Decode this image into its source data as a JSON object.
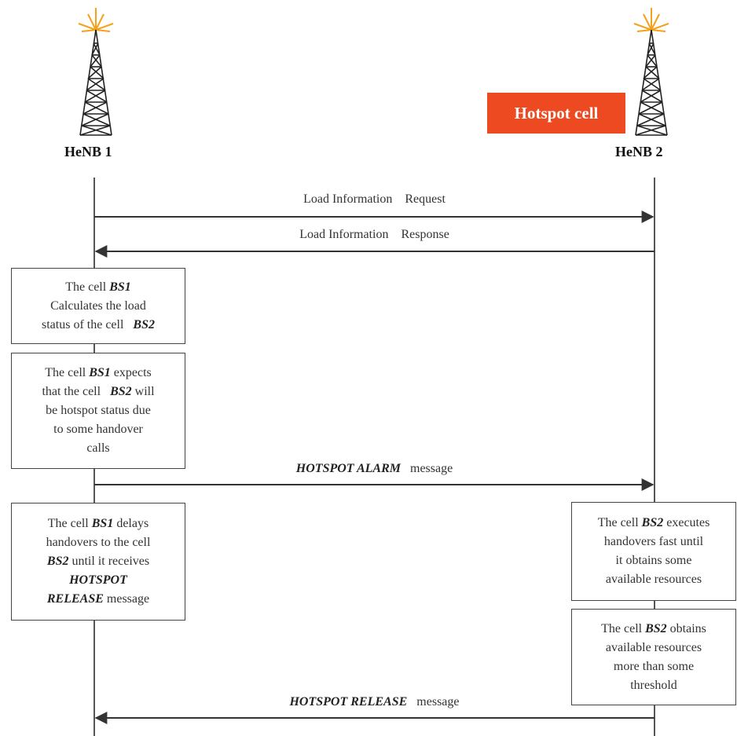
{
  "nodes": {
    "left_label": "HeNB 1",
    "right_label": "HeNB 2",
    "hotspot_tag": "Hotspot cell"
  },
  "messages": {
    "m1": "Load Information    Request",
    "m2": "Load Information    Response",
    "m3_bold": "HOTSPOT ALARM",
    "m3_rest": "message",
    "m4_bold": "HOTSPOT RELEASE",
    "m4_rest": "message"
  },
  "boxes": {
    "b1": {
      "l1a": "The cell ",
      "l1b": "BS1",
      "l2": "Calculates the load",
      "l3a": "status of the cell   ",
      "l3b": "BS2"
    },
    "b2": {
      "l1a": "The cell ",
      "l1b": "BS1",
      "l1c": " expects",
      "l2a": "that the cell   ",
      "l2b": "BS2",
      "l2c": " will",
      "l3": "be hotspot status due",
      "l4": "to some handover",
      "l5": "calls"
    },
    "b3": {
      "l1a": "The cell ",
      "l1b": "BS1",
      "l1c": " delays",
      "l2": "handovers to the cell",
      "l3a": "BS2",
      "l3b": " until it receives",
      "l4": "HOTSPOT",
      "l5a": "RELEASE",
      "l5b": " message"
    },
    "b4": {
      "l1a": "The cell ",
      "l1b": "BS2",
      "l1c": " executes",
      "l2": "handovers fast until",
      "l3": "it obtains some",
      "l4": "available resources"
    },
    "b5": {
      "l1a": "The cell ",
      "l1b": "BS2",
      "l1c": " obtains",
      "l2": "available resources",
      "l3": "more than some",
      "l4": "threshold"
    }
  },
  "colors": {
    "hotspot_tag_bg": "#ee4a22",
    "antenna_spark": "#f3a21c"
  },
  "icons": {
    "tower": "antenna-tower-icon"
  }
}
